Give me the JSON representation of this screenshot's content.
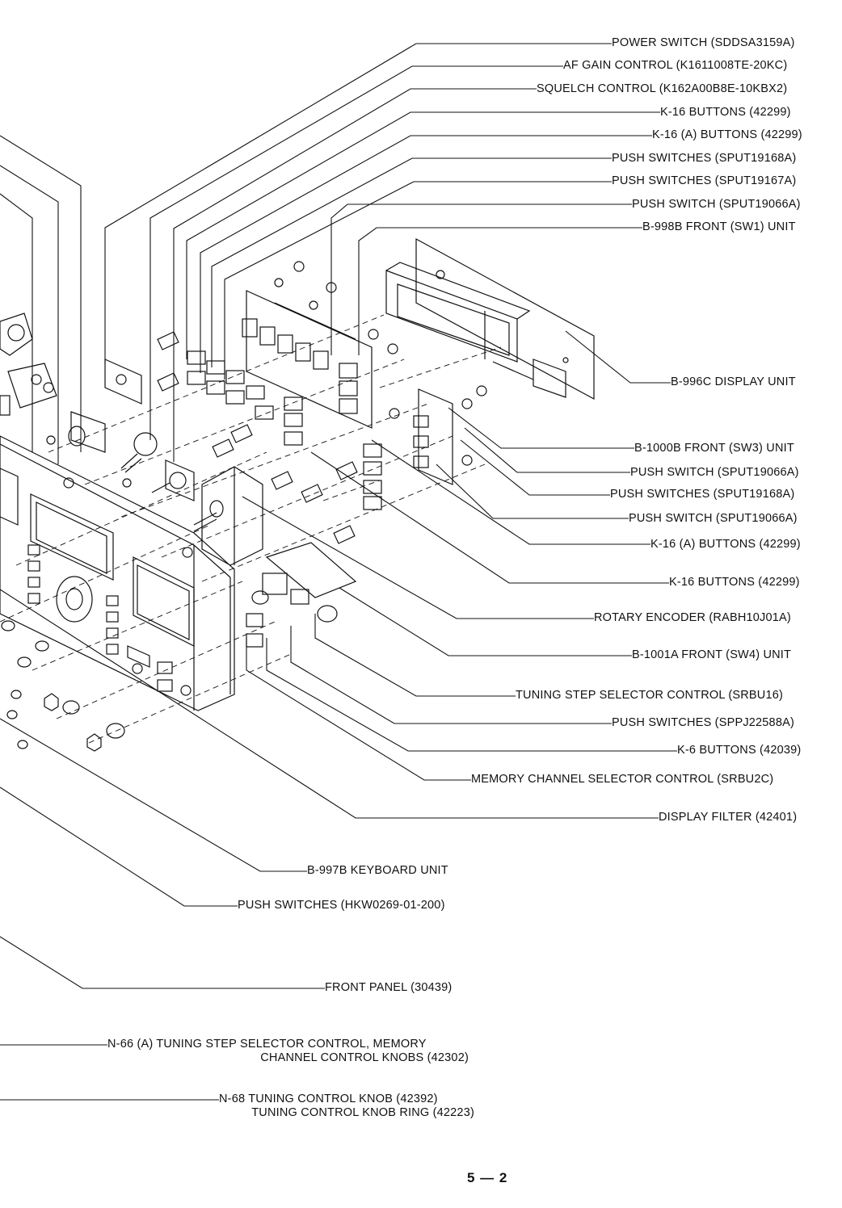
{
  "labels": {
    "power_switch": "POWER SWITCH (SDDSA3159A)",
    "af_gain": "AF GAIN CONTROL (K1611008TE-20KC)",
    "squelch": "SQUELCH CONTROL (K162A00B8E-10KBX2)",
    "k16_buttons_top": "K-16 BUTTONS (42299)",
    "k16a_buttons_top": "K-16 (A) BUTTONS (42299)",
    "push_switches_19168a_top": "PUSH SWITCHES (SPUT19168A)",
    "push_switches_19167a": "PUSH SWITCHES (SPUT19167A)",
    "push_switch_19066a_top": "PUSH SWITCH (SPUT19066A)",
    "b998b": "B-998B FRONT (SW1) UNIT",
    "b996c": "B-996C DISPLAY UNIT",
    "b1000b": "B-1000B FRONT (SW3) UNIT",
    "push_switch_19066a_mid": "PUSH SWITCH (SPUT19066A)",
    "push_switches_19168a_mid": "PUSH SWITCHES (SPUT19168A)",
    "push_switch_19066a_low": "PUSH SWITCH (SPUT19066A)",
    "k16a_buttons_mid": "K-16 (A) BUTTONS (42299)",
    "k16_buttons_mid": "K-16 BUTTONS (42299)",
    "rotary_encoder": "ROTARY ENCODER (RABH10J01A)",
    "b1001a": "B-1001A FRONT (SW4) UNIT",
    "tuning_step": "TUNING STEP SELECTOR CONTROL (SRBU16)",
    "push_switches_ppj": "PUSH SWITCHES (SPPJ22588A)",
    "k6_buttons": "K-6 BUTTONS (42039)",
    "memory_channel": "MEMORY CHANNEL SELECTOR CONTROL (SRBU2C)",
    "display_filter": "DISPLAY FILTER (42401)",
    "b997b": "B-997B KEYBOARD UNIT",
    "push_switches_hkw": "PUSH SWITCHES (HKW0269-01-200)",
    "front_panel": "FRONT PANEL (30439)",
    "n66_line1": "N-66 (A) TUNING STEP SELECTOR CONTROL, MEMORY",
    "n66_line2": "CHANNEL CONTROL KNOBS (42302)",
    "n68_line1": "N-68 TUNING CONTROL KNOB (42392)",
    "n68_line2": "TUNING CONTROL KNOB RING (42223)"
  },
  "page_number": "5 — 2"
}
